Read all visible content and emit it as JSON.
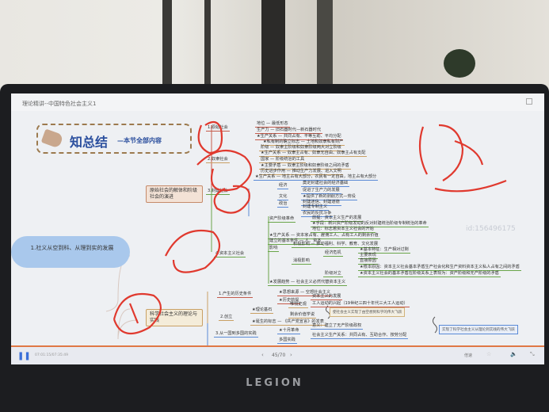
{
  "app": {
    "title": "理论精讲--中国特色社会主义1",
    "watermark": "id:156496175"
  },
  "banner": {
    "title": "知总结",
    "subtitle": "—本节全部内容"
  },
  "root": "1.社义从空到科、从理到实的发展",
  "branches": [
    "原始社会的解体和阶级社会的演进",
    "科学社会主义的理论与实践"
  ],
  "nodes": [
    "1.原始社会",
    "2.奴隶社会",
    "3.封建社会",
    "4.资本主义社会",
    "地位 — 最低形态",
    "生产力 — 旧石器时代—新石器时代",
    "★生产关系 — 共同占有、平等互助、平均分配",
    "★私有制的确立标志 — 土地和奴隶私有财产",
    "阶级 — 奴隶主阶级和奴隶阶级两大对立阶级",
    "★生产关系 — 奴隶主占有、奴隶无自由、奴隶主占有支配",
    "国家 — 阶级统治的工具",
    "★主要矛盾 — 奴隶主阶级和奴隶阶级之间的矛盾",
    "历史进步作用 — 推动生产力发展、进入文明",
    "★生产关系 — 地主占有大部分，农民有一定自由，地主占有大部分",
    "经济",
    "文化",
    "政治",
    "奠定封建社会的经济基础",
    "促进了生产力的发展",
    "★提供了新的剥削方式—劳役",
    "封建迷信、封建道德",
    "封建专制主义",
    "农民的反抗斗争",
    "资产阶级革命",
    "前提：资本主义生产的发展",
    "★手段：新兴资产阶级发动的反对封建统治阶级专制统治的革命",
    "地位：标志着资本主义社会的开始",
    "★生产关系 — 资本家占有、雇佣工人、占有工人的剩余价值",
    "建立的基本条件 — 人、资本",
    "影响",
    "积极影响 — 推动福利、科学、教育、文化发展",
    "消极影响",
    "经济危机",
    "★基本特征：生产相对过剩",
    "主要表现",
    "直接原因",
    "★根本原因：资本主义社会基本矛盾生产社会化和生产资料资本主义私人占有之间的矛盾",
    "阶级对立",
    "★资本主义社会的基本矛盾在阶级关系上表现为：资产阶级和无产阶级的矛盾",
    "★发展趋势 — 社会主义必然代替资本主义",
    "1.产生的历史条件",
    "2.创立",
    "3.从一国到多国的实践",
    "★思想来源 — 空想社会主义",
    "★历史前提",
    "资本主义的发展",
    "工人运动的兴起（19世纪三四十年代三大工人运动）",
    "★理论基石",
    "唯物史观",
    "剩余价值学说",
    "★诞生的标志 — 《共产党宣言》的发表",
    "★十月革命",
    "意义：建立了无产阶级政权",
    "社会主义生产关系：共同占有、互助合作、按劳分配",
    "多国实践"
  ],
  "callouts": [
    "使社会主义实现了由空想到科学的伟大飞跃",
    "实现了科学社会主义从理论到实践的伟大飞跃"
  ],
  "player": {
    "time": "07:01:15/07:35:49",
    "page": "45/70",
    "speed": "倍速",
    "progress": 0.99
  },
  "device": {
    "brand": "LEGION"
  }
}
